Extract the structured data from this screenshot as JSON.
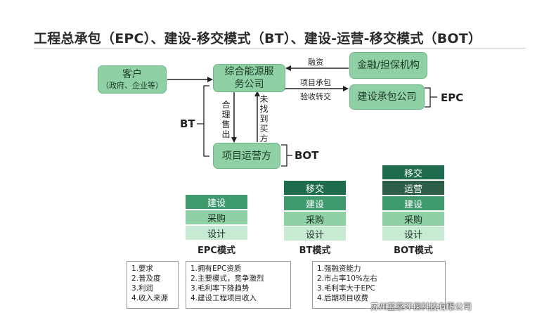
{
  "title": "工程总承包（EPC）、建设-移交模式（BT）、建设-运营-移交模式（BOT）",
  "nodes": {
    "client": {
      "label": "客户",
      "sub": "（政府、企业等）"
    },
    "company": {
      "label1": "综合能源服",
      "label2": "务公司"
    },
    "finance": {
      "label": "金融/担保机构"
    },
    "contractor": {
      "label": "建设承包公司"
    },
    "operator": {
      "label": "项目运营方"
    }
  },
  "edges": {
    "financing": "融资",
    "project_contract": "项目承包",
    "acceptance": "验收转交",
    "reasonable_sale": "合理售出",
    "no_buyer": "未找到买方"
  },
  "tags": {
    "epc": "EPC",
    "bt": "BT",
    "bot": "BOT"
  },
  "models": [
    {
      "name": "EPC模式",
      "layers": [
        "建设",
        "采购",
        "设计"
      ]
    },
    {
      "name": "BT模式",
      "layers": [
        "移交",
        "建设",
        "采购",
        "设计"
      ]
    },
    {
      "name": "BOT模式",
      "layers": [
        "移交",
        "运营",
        "建设",
        "采购",
        "设计"
      ]
    }
  ],
  "criteria": [
    "1.要求",
    "2.普及度",
    "3.利润",
    "4.收入来源"
  ],
  "epc_features": [
    "1.拥有EPC资质",
    "2.主要模式，竞争激烈",
    "3.毛利率下降趋势",
    "4.建设工程项目收入"
  ],
  "bt_bot_features": [
    "1.强融资能力",
    "2.市占率10%左右",
    "3.毛利率大于EPC",
    "4.后期项目收费"
  ],
  "watermark": "苏州蓝蔡环保科技有限公司",
  "colors": {
    "dark": "#1e6b4d",
    "mid": "#3f9b6e",
    "light": "#8fd1a4",
    "pale": "#c7ead2"
  }
}
